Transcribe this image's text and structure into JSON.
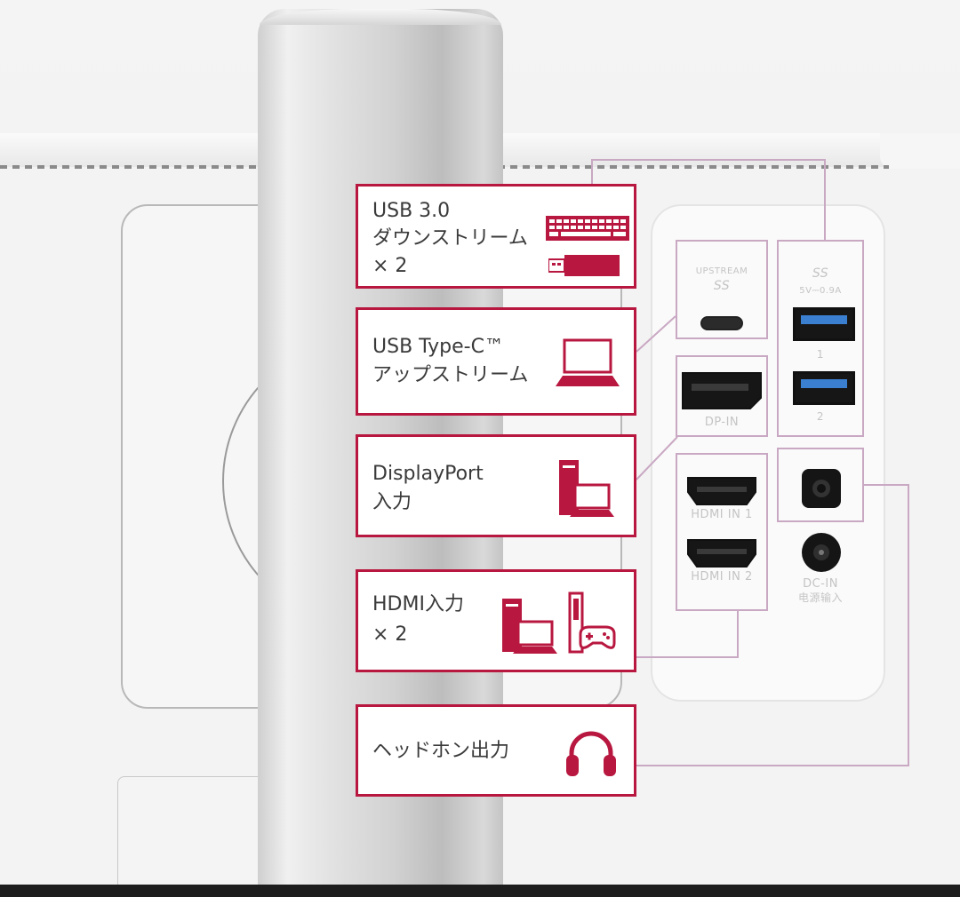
{
  "colors": {
    "accent": "#b8173f",
    "connector": "#c9a8c3",
    "label_text": "#3a3a3a",
    "port_text": "#c4c4c4",
    "usb3_blue": "#3a7fd0"
  },
  "labels": [
    {
      "text": "USB 3.0\nダウンストリーム\n× 2",
      "icons": [
        "keyboard-icon",
        "usb-stick-icon"
      ]
    },
    {
      "text": "USB Type-C™\nアップストリーム",
      "icons": [
        "laptop-icon"
      ]
    },
    {
      "text": "DisplayPort\n入力",
      "icons": [
        "desktop-pc-icon"
      ]
    },
    {
      "text": "HDMI入力\n× 2",
      "icons": [
        "desktop-pc-icon",
        "game-console-icon"
      ]
    },
    {
      "text": "ヘッドホン出力",
      "icons": [
        "headphones-icon"
      ]
    }
  ],
  "ports": {
    "upstream": "UPSTREAM",
    "ss": "SS",
    "usb_power": "5V⎓0.9A",
    "usb1": "1",
    "usb2": "2",
    "dp": "DP-IN",
    "hdmi1": "HDMI IN 1",
    "hdmi2": "HDMI IN 2",
    "dc_in": "DC-IN",
    "dc_in_jp": "电源输入"
  }
}
